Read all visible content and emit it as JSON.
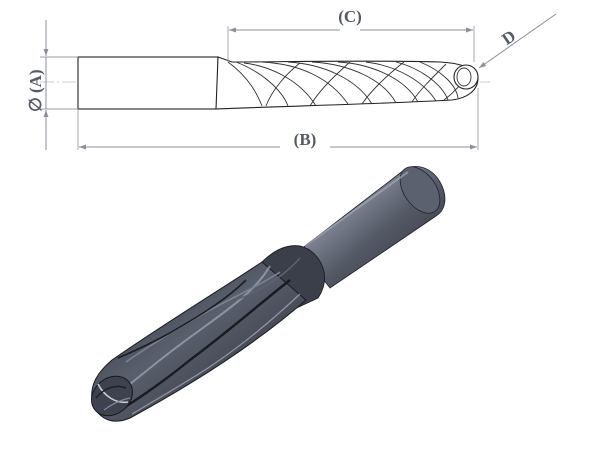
{
  "labels": {
    "dim_a": "(A)",
    "diameter_symbol": "∅",
    "dim_b": "(B)",
    "dim_c": "(C)",
    "dim_d": "D"
  },
  "colors": {
    "shank_dark": "#3a3d48",
    "shank_light": "#7c8291",
    "flute_dark": "#23252d",
    "flute_mid": "#4a4e5b",
    "flute_highlight": "#9aa0ae",
    "dimension_gray": "#8a8f99"
  }
}
